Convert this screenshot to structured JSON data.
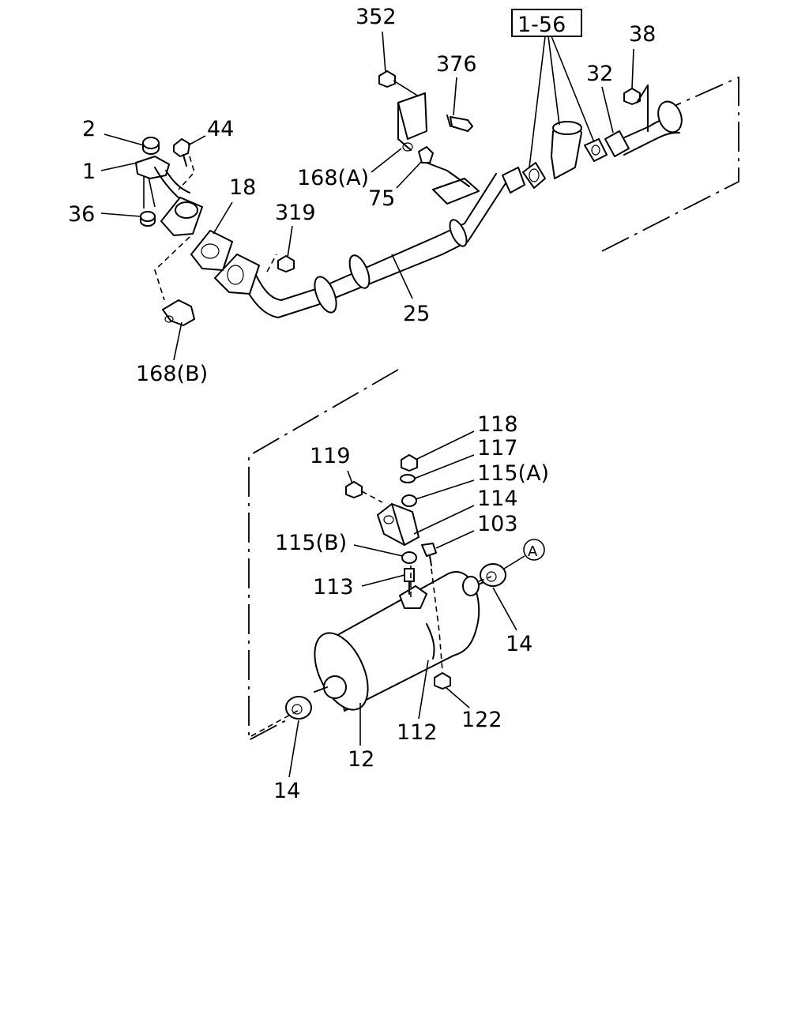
{
  "labels": {
    "l352": "352",
    "l376": "376",
    "l1_56": "1-56",
    "l38": "38",
    "l32": "32",
    "l2": "2",
    "l44": "44",
    "l1": "1",
    "l36": "36",
    "l18": "18",
    "l168a": "168(A)",
    "l75": "75",
    "l319": "319",
    "l25": "25",
    "l168b": "168(B)",
    "l118": "118",
    "l117": "117",
    "l119": "119",
    "l115a": "115(A)",
    "l114": "114",
    "l103": "103",
    "l115b": "115(B)",
    "l113": "113",
    "lA": "A",
    "l14a": "14",
    "l122": "122",
    "l112": "112",
    "l12": "12",
    "l14b": "14"
  }
}
